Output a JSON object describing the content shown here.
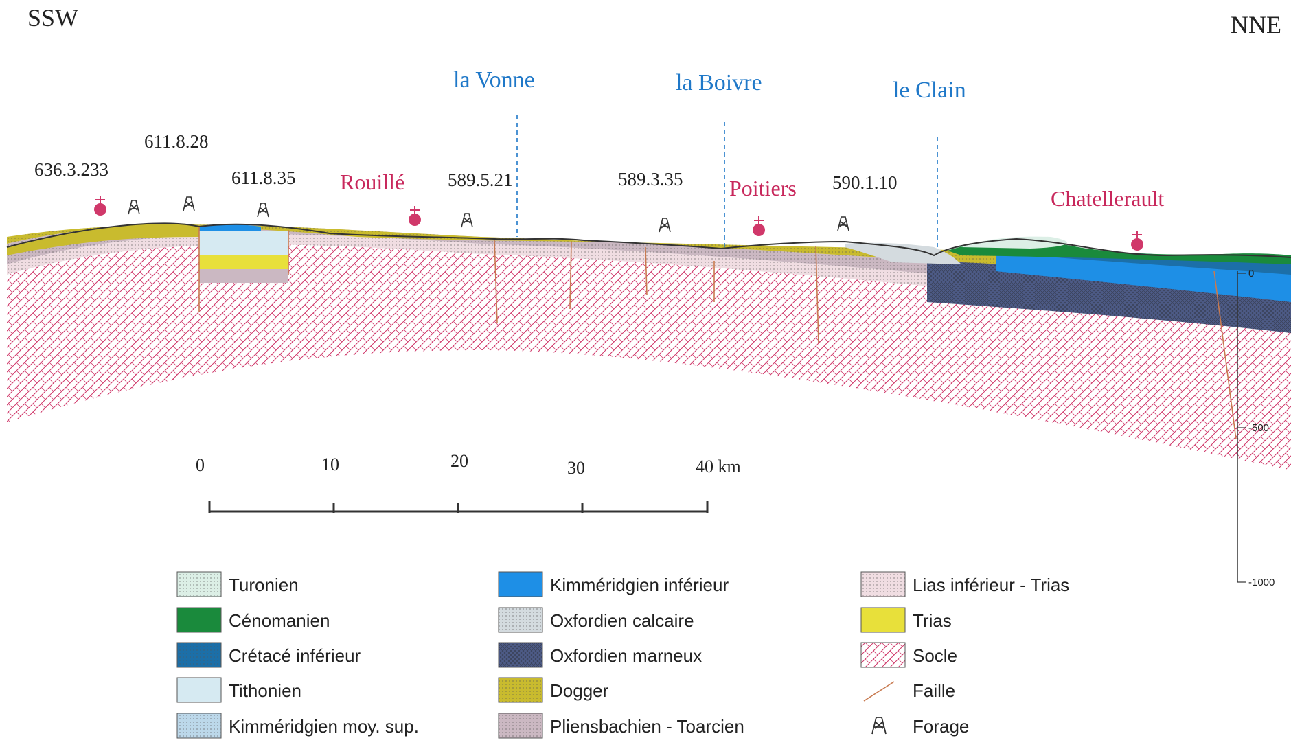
{
  "orientation": {
    "left": "SSW",
    "right": "NNE"
  },
  "rivers": [
    "la Vonne",
    "la Boivre",
    "le Clain"
  ],
  "towns": [
    "Rouillé",
    "Poitiers",
    "Chatellerault"
  ],
  "wells": [
    "636.3.233",
    "611.8.28",
    "611.8.35",
    "589.5.21",
    "589.3.35",
    "590.1.10"
  ],
  "scale_bar": {
    "ticks": [
      "0",
      "10",
      "20",
      "30",
      "40 km"
    ]
  },
  "depth_axis": {
    "ticks": [
      "0",
      "-500",
      "-1000"
    ]
  },
  "legend": [
    {
      "label": "Turonien",
      "color": "#dcefe6",
      "pattern": "dots"
    },
    {
      "label": "Cénomanien",
      "color": "#1a8a3c",
      "pattern": "solid"
    },
    {
      "label": "Crétacé inférieur",
      "color": "#1c6fa8",
      "pattern": "dots"
    },
    {
      "label": "Tithonien",
      "color": "#d6eaf2",
      "pattern": "solid"
    },
    {
      "label": "Kimméridgien moy. sup.",
      "color": "#bcd8ea",
      "pattern": "dots"
    },
    {
      "label": "Kimméridgien inférieur",
      "color": "#1e8fe6",
      "pattern": "solid"
    },
    {
      "label": "Oxfordien calcaire",
      "color": "#d4dbdf",
      "pattern": "dots"
    },
    {
      "label": "Oxfordien marneux",
      "color": "#4d5b86",
      "pattern": "cross"
    },
    {
      "label": "Dogger",
      "color": "#c9bb2e",
      "pattern": "dots"
    },
    {
      "label": "Pliensbachien - Toarcien",
      "color": "#cbb8c2",
      "pattern": "dots"
    },
    {
      "label": "Lias inférieur - Trias",
      "color": "#f0dde2",
      "pattern": "dots"
    },
    {
      "label": "Trias",
      "color": "#e8e03a",
      "pattern": "solid"
    },
    {
      "label": "Socle",
      "color": "#ffffff",
      "pattern": "socle"
    },
    {
      "label": "Faille",
      "color": "#c87a50",
      "pattern": "line"
    },
    {
      "label": "Forage",
      "color": "#333333",
      "pattern": "derrick"
    }
  ]
}
